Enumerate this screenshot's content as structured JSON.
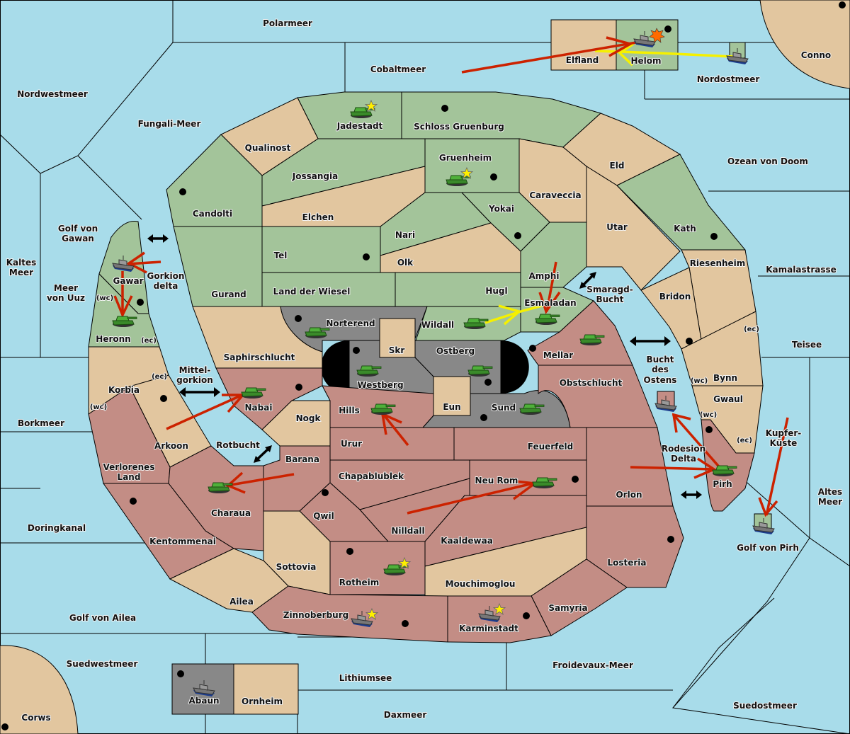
{
  "powers": {
    "green": {
      "color": "#a3c49a"
    },
    "red": {
      "color": "#c38d85"
    },
    "gray": {
      "color": "#888888"
    },
    "neutral": {
      "color": "#e2c69f"
    },
    "sea": {
      "color": "#a8dcea"
    }
  },
  "order_colors": {
    "move": "#cc2200",
    "support": "#f5f000",
    "convoy_link": "#000000"
  },
  "seas": {
    "polarmeer": "Polarmeer",
    "cobaltmeer": "Cobaltmeer",
    "nordwestmeer": "Nordwestmeer",
    "fungali_meer": "Fungali-Meer",
    "nordostmeer": "Nordostmeer",
    "ozean_von_doom": "Ozean von Doom",
    "golf_von_gawan_1": "Golf von",
    "golf_von_gawan_2": "Gawan",
    "kaltes_meer_1": "Kaltes",
    "kaltes_meer_2": "Meer",
    "meer_von_uuz_1": "Meer",
    "meer_von_uuz_2": "von Uuz",
    "gorkion_delta_1": "Gorkion",
    "gorkion_delta_2": "delta",
    "kamalastrasse": "Kamalastrasse",
    "smaragd_bucht_1": "Smaragd-",
    "smaragd_bucht_2": "Bucht",
    "teisee": "Teisee",
    "bucht_des_ostens_1": "Bucht",
    "bucht_des_ostens_2": "des",
    "bucht_des_ostens_3": "Ostens",
    "mittelgorkion_1": "Mittel-",
    "mittelgorkion_2": "gorkion",
    "borkmeer": "Borkmeer",
    "rotbucht": "Rotbucht",
    "rodesion_delta_1": "Rodesion",
    "rodesion_delta_2": "Delta",
    "kupfer_kueste_1": "Kupfer-",
    "kupfer_kueste_2": "Küste",
    "altes_meer_1": "Altes",
    "altes_meer_2": "Meer",
    "doringkanal": "Doringkanal",
    "golf_von_pirh": "Golf von Pirh",
    "golf_von_ailea": "Golf von Ailea",
    "suedwestmeer": "Suedwestmeer",
    "lithiumsee": "Lithiumsee",
    "froidevaux_meer": "Froidevaux-Meer",
    "daxmeer": "Daxmeer",
    "suedostmeer": "Suedostmeer"
  },
  "lands": {
    "elfland": "Elfland",
    "helom": "Helom",
    "conno": "Conno",
    "jadestadt": "Jadestadt",
    "schloss_gruenburg": "Schloss Gruenburg",
    "qualinost": "Qualinost",
    "gruenheim": "Gruenheim",
    "eld": "Eld",
    "jossangia": "Jossangia",
    "caraveccia": "Caraveccia",
    "candolti": "Candolti",
    "elchen": "Elchen",
    "yokai": "Yokai",
    "nari": "Nari",
    "utar": "Utar",
    "kath": "Kath",
    "tel": "Tel",
    "olk": "Olk",
    "gawar": "Gawar",
    "amphi": "Amphi",
    "riesenheim": "Riesenheim",
    "gurand": "Gurand",
    "land_der_wiesel": "Land der Wiesel",
    "hugl": "Hugl",
    "bridon": "Bridon",
    "esmaladan": "Esmaladan",
    "norterend": "Norterend",
    "wildall": "Wildall",
    "heronn": "Heronn",
    "skr": "Skr",
    "ostberg": "Ostberg",
    "mellar": "Mellar",
    "saphirschlucht": "Saphirschlucht",
    "westberg": "Westberg",
    "obstschlucht": "Obstschlucht",
    "bynn": "Bynn",
    "korbia": "Korbia",
    "nabai": "Nabai",
    "gwaul": "Gwaul",
    "hills": "Hills",
    "eun": "Eun",
    "sund": "Sund",
    "nogk": "Nogk",
    "arkoon": "Arkoon",
    "urur": "Urur",
    "feuerfeld": "Feuerfeld",
    "barana": "Barana",
    "verlorenes_land_1": "Verlorenes",
    "verlorenes_land_2": "Land",
    "chapablublek": "Chapablublek",
    "neu_rom": "Neu Rom",
    "pirh": "Pirh",
    "charaua": "Charaua",
    "orlon": "Orlon",
    "qwil": "Qwil",
    "nilldall": "Nilldall",
    "kentommenai": "Kentommenai",
    "kaaldewaa": "Kaaldewaa",
    "losteria": "Losteria",
    "sottovia": "Sottovia",
    "rotheim": "Rotheim",
    "mouchimoglou": "Mouchimoglou",
    "ailea": "Ailea",
    "samyria": "Samyria",
    "zinnoberburg": "Zinnoberburg",
    "karminstadt": "Karminstadt",
    "abaun": "Abaun",
    "ornheim": "Ornheim",
    "corws": "Corws"
  },
  "coasts": {
    "wc": "(wc)",
    "ec": "(ec)"
  },
  "units": [
    {
      "type": "army",
      "power": "green",
      "location": "Jadestadt",
      "home_center": true
    },
    {
      "type": "army",
      "power": "green",
      "location": "Gruenheim",
      "home_center": true
    },
    {
      "type": "fleet",
      "power": "green",
      "location": "Helom",
      "dislodged_marker": true
    },
    {
      "type": "fleet",
      "power": "green",
      "location": "Nordostmeer"
    },
    {
      "type": "fleet",
      "power": "green",
      "location": "Gawar"
    },
    {
      "type": "army",
      "power": "green",
      "location": "Heronn"
    },
    {
      "type": "army",
      "power": "green",
      "location": "Wildall"
    },
    {
      "type": "army",
      "power": "green",
      "location": "Esmaladan"
    },
    {
      "type": "army",
      "power": "green",
      "location": "Norterend"
    },
    {
      "type": "army",
      "power": "green",
      "location": "Westberg"
    },
    {
      "type": "army",
      "power": "green",
      "location": "Ostberg"
    },
    {
      "type": "army",
      "power": "green",
      "location": "Mellar"
    },
    {
      "type": "army",
      "power": "green",
      "location": "Nabai"
    },
    {
      "type": "army",
      "power": "green",
      "location": "Hills"
    },
    {
      "type": "army",
      "power": "green",
      "location": "Sund"
    },
    {
      "type": "fleet",
      "power": "red",
      "location": "Bucht des Ostens"
    },
    {
      "type": "army",
      "power": "green",
      "location": "Pirh"
    },
    {
      "type": "fleet",
      "power": "green",
      "location": "Golf von Pirh"
    },
    {
      "type": "army",
      "power": "green",
      "location": "Charaua"
    },
    {
      "type": "army",
      "power": "green",
      "location": "Neu Rom"
    },
    {
      "type": "army",
      "power": "green",
      "location": "Rotheim",
      "home_center": true
    },
    {
      "type": "fleet",
      "power": "red",
      "location": "Zinnoberburg",
      "home_center": true
    },
    {
      "type": "fleet",
      "power": "red",
      "location": "Karminstadt",
      "home_center": true
    },
    {
      "type": "fleet",
      "power": "gray",
      "location": "Abaun"
    }
  ],
  "orders": [
    {
      "kind": "move",
      "from": "Cobaltmeer",
      "to": "Helom"
    },
    {
      "kind": "support",
      "from": "Nordostmeer",
      "to": "Elfland"
    },
    {
      "kind": "move",
      "from": "Gorkion delta",
      "to": "Gawar"
    },
    {
      "kind": "move",
      "from": "Gawar",
      "to": "Heronn"
    },
    {
      "kind": "support",
      "from": "Wildall",
      "to": "Esmaladan"
    },
    {
      "kind": "move",
      "from": "Amphi",
      "to": "Esmaladan"
    },
    {
      "kind": "move",
      "from": "Arkoon",
      "to": "Nabai"
    },
    {
      "kind": "move",
      "from": "Urur",
      "to": "Hills"
    },
    {
      "kind": "move",
      "from": "Barana",
      "to": "Charaua"
    },
    {
      "kind": "move",
      "from": "Nilldall",
      "to": "Neu Rom"
    },
    {
      "kind": "move",
      "from": "Pirh",
      "to": "Bucht des Ostens"
    },
    {
      "kind": "move",
      "from": "Orlon",
      "to": "Pirh"
    },
    {
      "kind": "move",
      "from": "Kupfer-Küste",
      "to": "Golf von Pirh"
    }
  ]
}
